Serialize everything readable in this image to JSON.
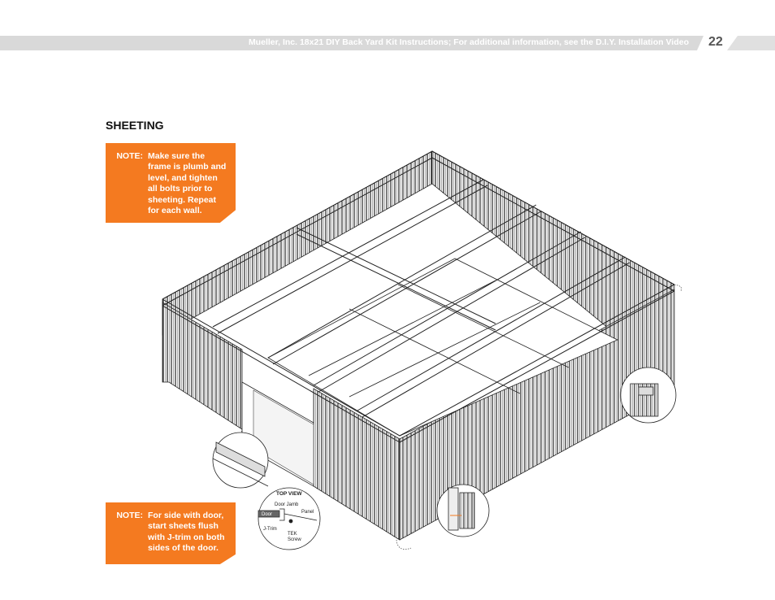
{
  "header": {
    "title": "Mueller, Inc. 18x21 DIY Back Yard Kit Instructions; For additional information, see the D.I.Y. Installation Video",
    "page_number": "22"
  },
  "section": {
    "title": "SHEETING"
  },
  "notes": [
    {
      "label": "NOTE:",
      "text": "Make sure the frame is plumb and level, and tighten all bolts prior to sheeting. Repeat for each wall."
    },
    {
      "label": "NOTE:",
      "text": "For side with door, start sheets flush with J-trim on both sides of the door."
    }
  ],
  "callout": {
    "title": "TOP VIEW",
    "labels": {
      "door_jamb": "Door Jamb",
      "panel": "Panel",
      "door": "Door",
      "j_trim": "J-Trim",
      "tek_screw": "TEK Screw"
    }
  },
  "colors": {
    "accent": "#f47a20",
    "band": "#d9d9d9",
    "line": "#222222"
  }
}
